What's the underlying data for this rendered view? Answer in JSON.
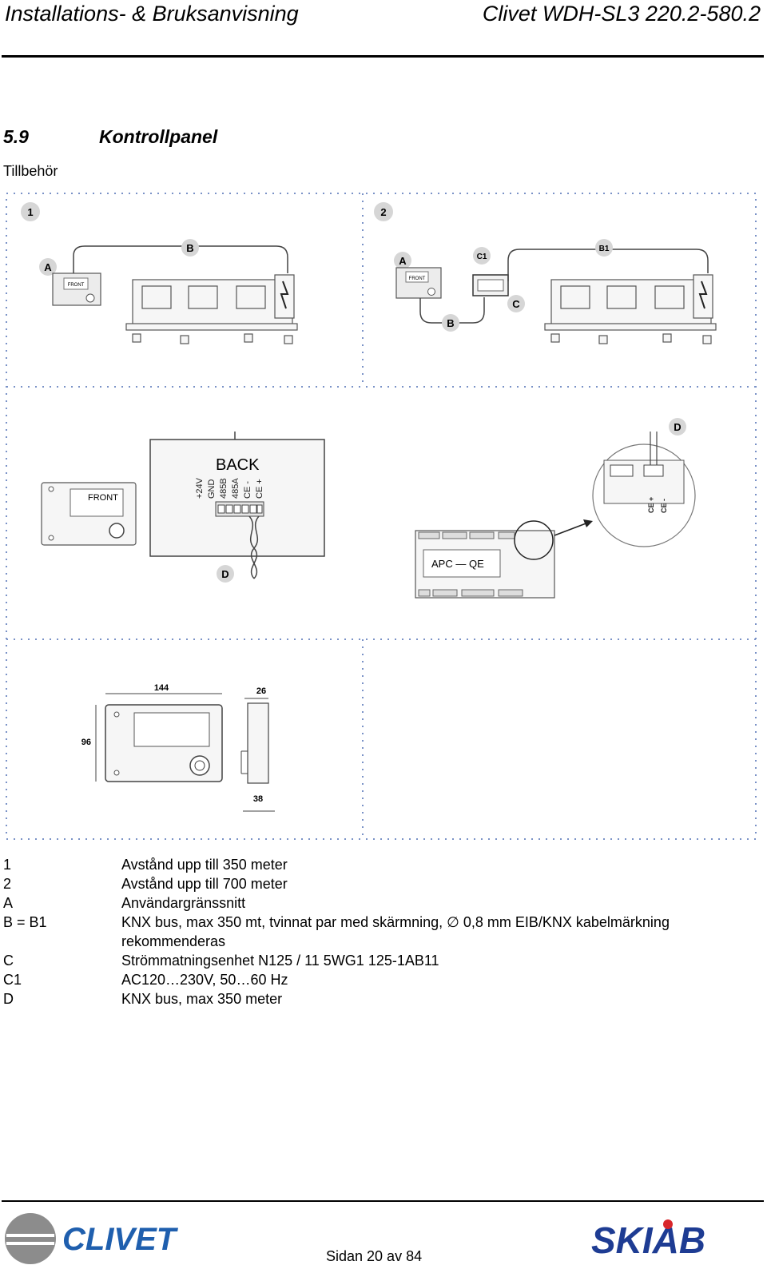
{
  "header": {
    "left": "Installations- & Bruksanvisning",
    "right": "Clivet WDH-SL3 220.2-580.2"
  },
  "section": {
    "number": "5.9",
    "title": "Kontrollpanel"
  },
  "subtitle": "Tillbehör",
  "figure": {
    "panel1_num": "1",
    "panel2_num": "2",
    "label_a": "A",
    "label_b": "B",
    "label_b1": "B1",
    "label_c": "C",
    "label_c1": "C1",
    "label_d": "D",
    "front_text": "FRONT",
    "back_text": "BACK",
    "terminals": [
      "+24V",
      "GND",
      "485B",
      "485A",
      "CE -",
      "CE +"
    ],
    "apc_text": "APC — QE",
    "dim_width": "144",
    "dim_height": "96",
    "dim_depth_top": "26",
    "dim_depth_bottom": "38"
  },
  "legend": [
    {
      "key": "1",
      "text": "Avstånd upp till 350 meter"
    },
    {
      "key": "2",
      "text": "Avstånd upp till 700 meter"
    },
    {
      "key": "A",
      "text": "Användargränssnitt"
    },
    {
      "key": "B = B1",
      "text": "KNX bus, max 350 mt, tvinnat par med skärmning, ∅ 0,8 mm EIB/KNX kabelmärkning rekommenderas"
    },
    {
      "key": "C",
      "text": "Strömmatningsenhet N125 / 11 5WG1 125-1AB11"
    },
    {
      "key": "C1",
      "text": "AC120…230V, 50…60 Hz"
    },
    {
      "key": "D",
      "text": "KNX bus, max 350 meter"
    }
  ],
  "footer": {
    "page": "Sidan 20 av 84",
    "logo_left": "CLIVET",
    "logo_right": "SKIAB"
  },
  "colors": {
    "logo_blue": "#1f5fae",
    "logo_grey": "#8c8c8c",
    "skiab_blue": "#1e3c93"
  }
}
